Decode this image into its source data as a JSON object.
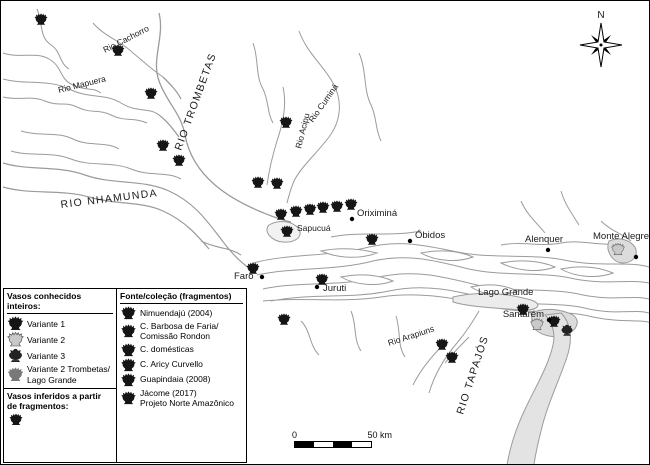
{
  "figure": {
    "compass_label": "N",
    "scalebar": {
      "start": "0",
      "end": "50 km"
    }
  },
  "rivers": [
    {
      "label": "Rio Cachorro"
    },
    {
      "label": "Rio Mapuera"
    },
    {
      "label": "RIO TROMBETAS"
    },
    {
      "label": "Rio Cuminá"
    },
    {
      "label": "Rio Acipu"
    },
    {
      "label": "RIO NHAMUNDA"
    },
    {
      "label": "Rio Arapiuns"
    },
    {
      "label": "RIO TAPAJÓS"
    }
  ],
  "places": [
    {
      "label": "Oriximiná"
    },
    {
      "label": "Sapucuá"
    },
    {
      "label": "Óbidos"
    },
    {
      "label": "Alenquer"
    },
    {
      "label": "Monte Alegre"
    },
    {
      "label": "Faro"
    },
    {
      "label": "Juruti"
    },
    {
      "label": "Lago Grande"
    },
    {
      "label": "Santarém"
    }
  ],
  "legend": {
    "whole_header": "Vasos conhecidos inteiros:",
    "source_header": "Fonte/coleção (fragmentos)",
    "variants": [
      {
        "label": "Variante 1"
      },
      {
        "label": "Variante 2"
      },
      {
        "label": "Variante 3"
      },
      {
        "label": "Variante 2 Trombetas/ Lago Grande"
      }
    ],
    "inferred_header": "Vasos inferidos a partir de fragmentos:",
    "sources": [
      {
        "label": "Nimuendajú (2004)"
      },
      {
        "label": "C. Barbosa de Faria/ Comissão Rondon"
      },
      {
        "label": "C. domésticas"
      },
      {
        "label": "C. Aricy Curvello"
      },
      {
        "label": "Guapindaia (2008)"
      },
      {
        "label": "Jácome (2017)",
        "sub": "Projeto Norte Amazônico"
      }
    ]
  }
}
